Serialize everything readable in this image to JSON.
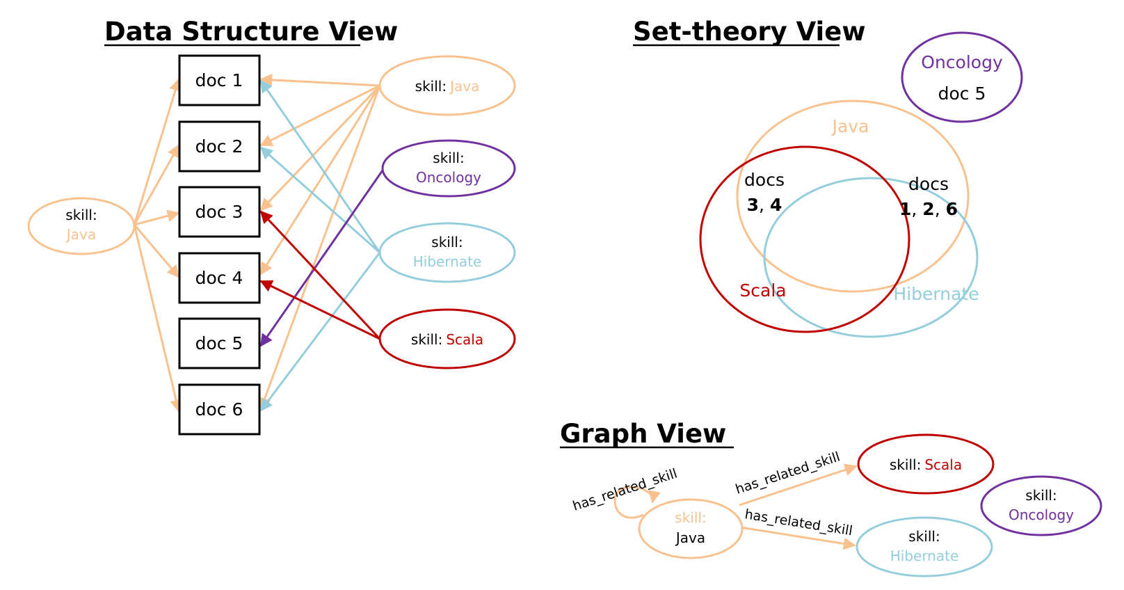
{
  "colors": {
    "java": "#f8c18e",
    "hibernate": "#94cddc",
    "oncology": "#7030a0",
    "scala": "#c00000",
    "black": "#000000"
  },
  "titles": {
    "data_structure": "Data Structure View",
    "set_theory": "Set-theory View",
    "graph": "Graph View"
  },
  "data_structure": {
    "docs": [
      "doc 1",
      "doc 2",
      "doc 3",
      "doc 4",
      "doc 5",
      "doc 6"
    ],
    "left_skill": {
      "prefix": "skill:",
      "name": "Java"
    },
    "right_skills": [
      {
        "prefix": "skill:",
        "name": "Java"
      },
      {
        "prefix": "skill:",
        "name": "Oncology"
      },
      {
        "prefix": "skill:",
        "name": "Hibernate"
      },
      {
        "prefix": "skill:",
        "name": "Scala"
      }
    ]
  },
  "set_theory": {
    "oncology": {
      "name": "Oncology",
      "doc": "doc 5"
    },
    "java_label": "Java",
    "scala_label": "Scala",
    "hibernate_label": "Hibernate",
    "scala_only": {
      "word": "docs",
      "n1": "3",
      "sep": ", ",
      "n2": "4"
    },
    "java_hib": {
      "word": "docs",
      "n1": "1",
      "sep1": ", ",
      "n2": "2",
      "sep2": ", ",
      "n3": "6"
    }
  },
  "graph": {
    "java": {
      "prefix": "skill:",
      "name": "Java"
    },
    "scala": {
      "prefix": "skill:",
      "name": "Scala"
    },
    "hibernate": {
      "prefix": "skill:",
      "name": "Hibernate"
    },
    "oncology": {
      "prefix": "skill:",
      "name": "Oncology"
    },
    "edge_label": "has_related_skill"
  }
}
